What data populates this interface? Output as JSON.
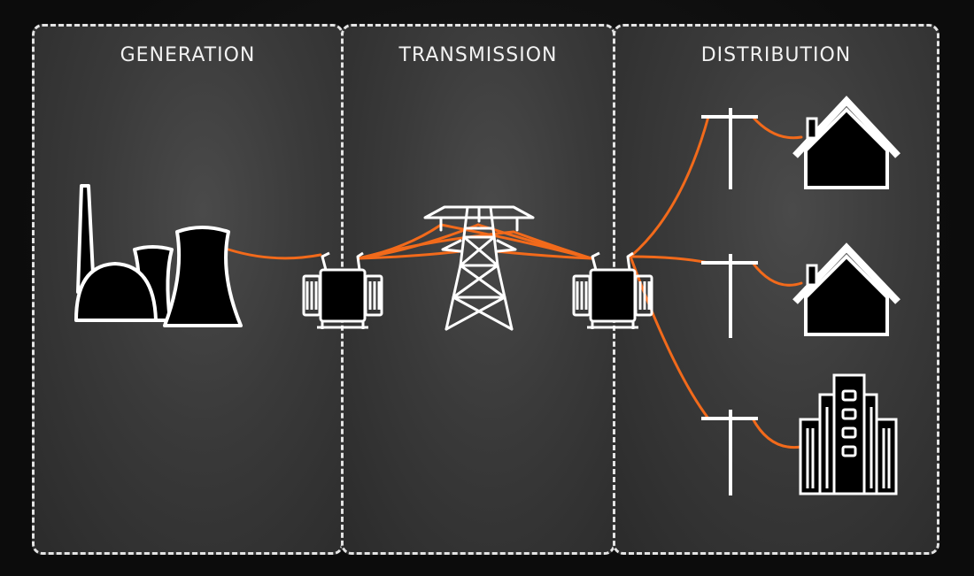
{
  "sections": [
    {
      "id": "generation",
      "label": "GENERATION"
    },
    {
      "id": "transmission",
      "label": "TRANSMISSION"
    },
    {
      "id": "distribution",
      "label": "DISTRIBUTION"
    }
  ],
  "colors": {
    "wire": "#f26a1b",
    "icon_fill": "#000000",
    "icon_stroke": "#ffffff",
    "border": "#e4e4e4"
  },
  "icons": [
    "power-plant-icon",
    "transformer-icon",
    "transmission-tower-icon",
    "utility-pole-icon",
    "house-icon",
    "office-building-icon"
  ]
}
